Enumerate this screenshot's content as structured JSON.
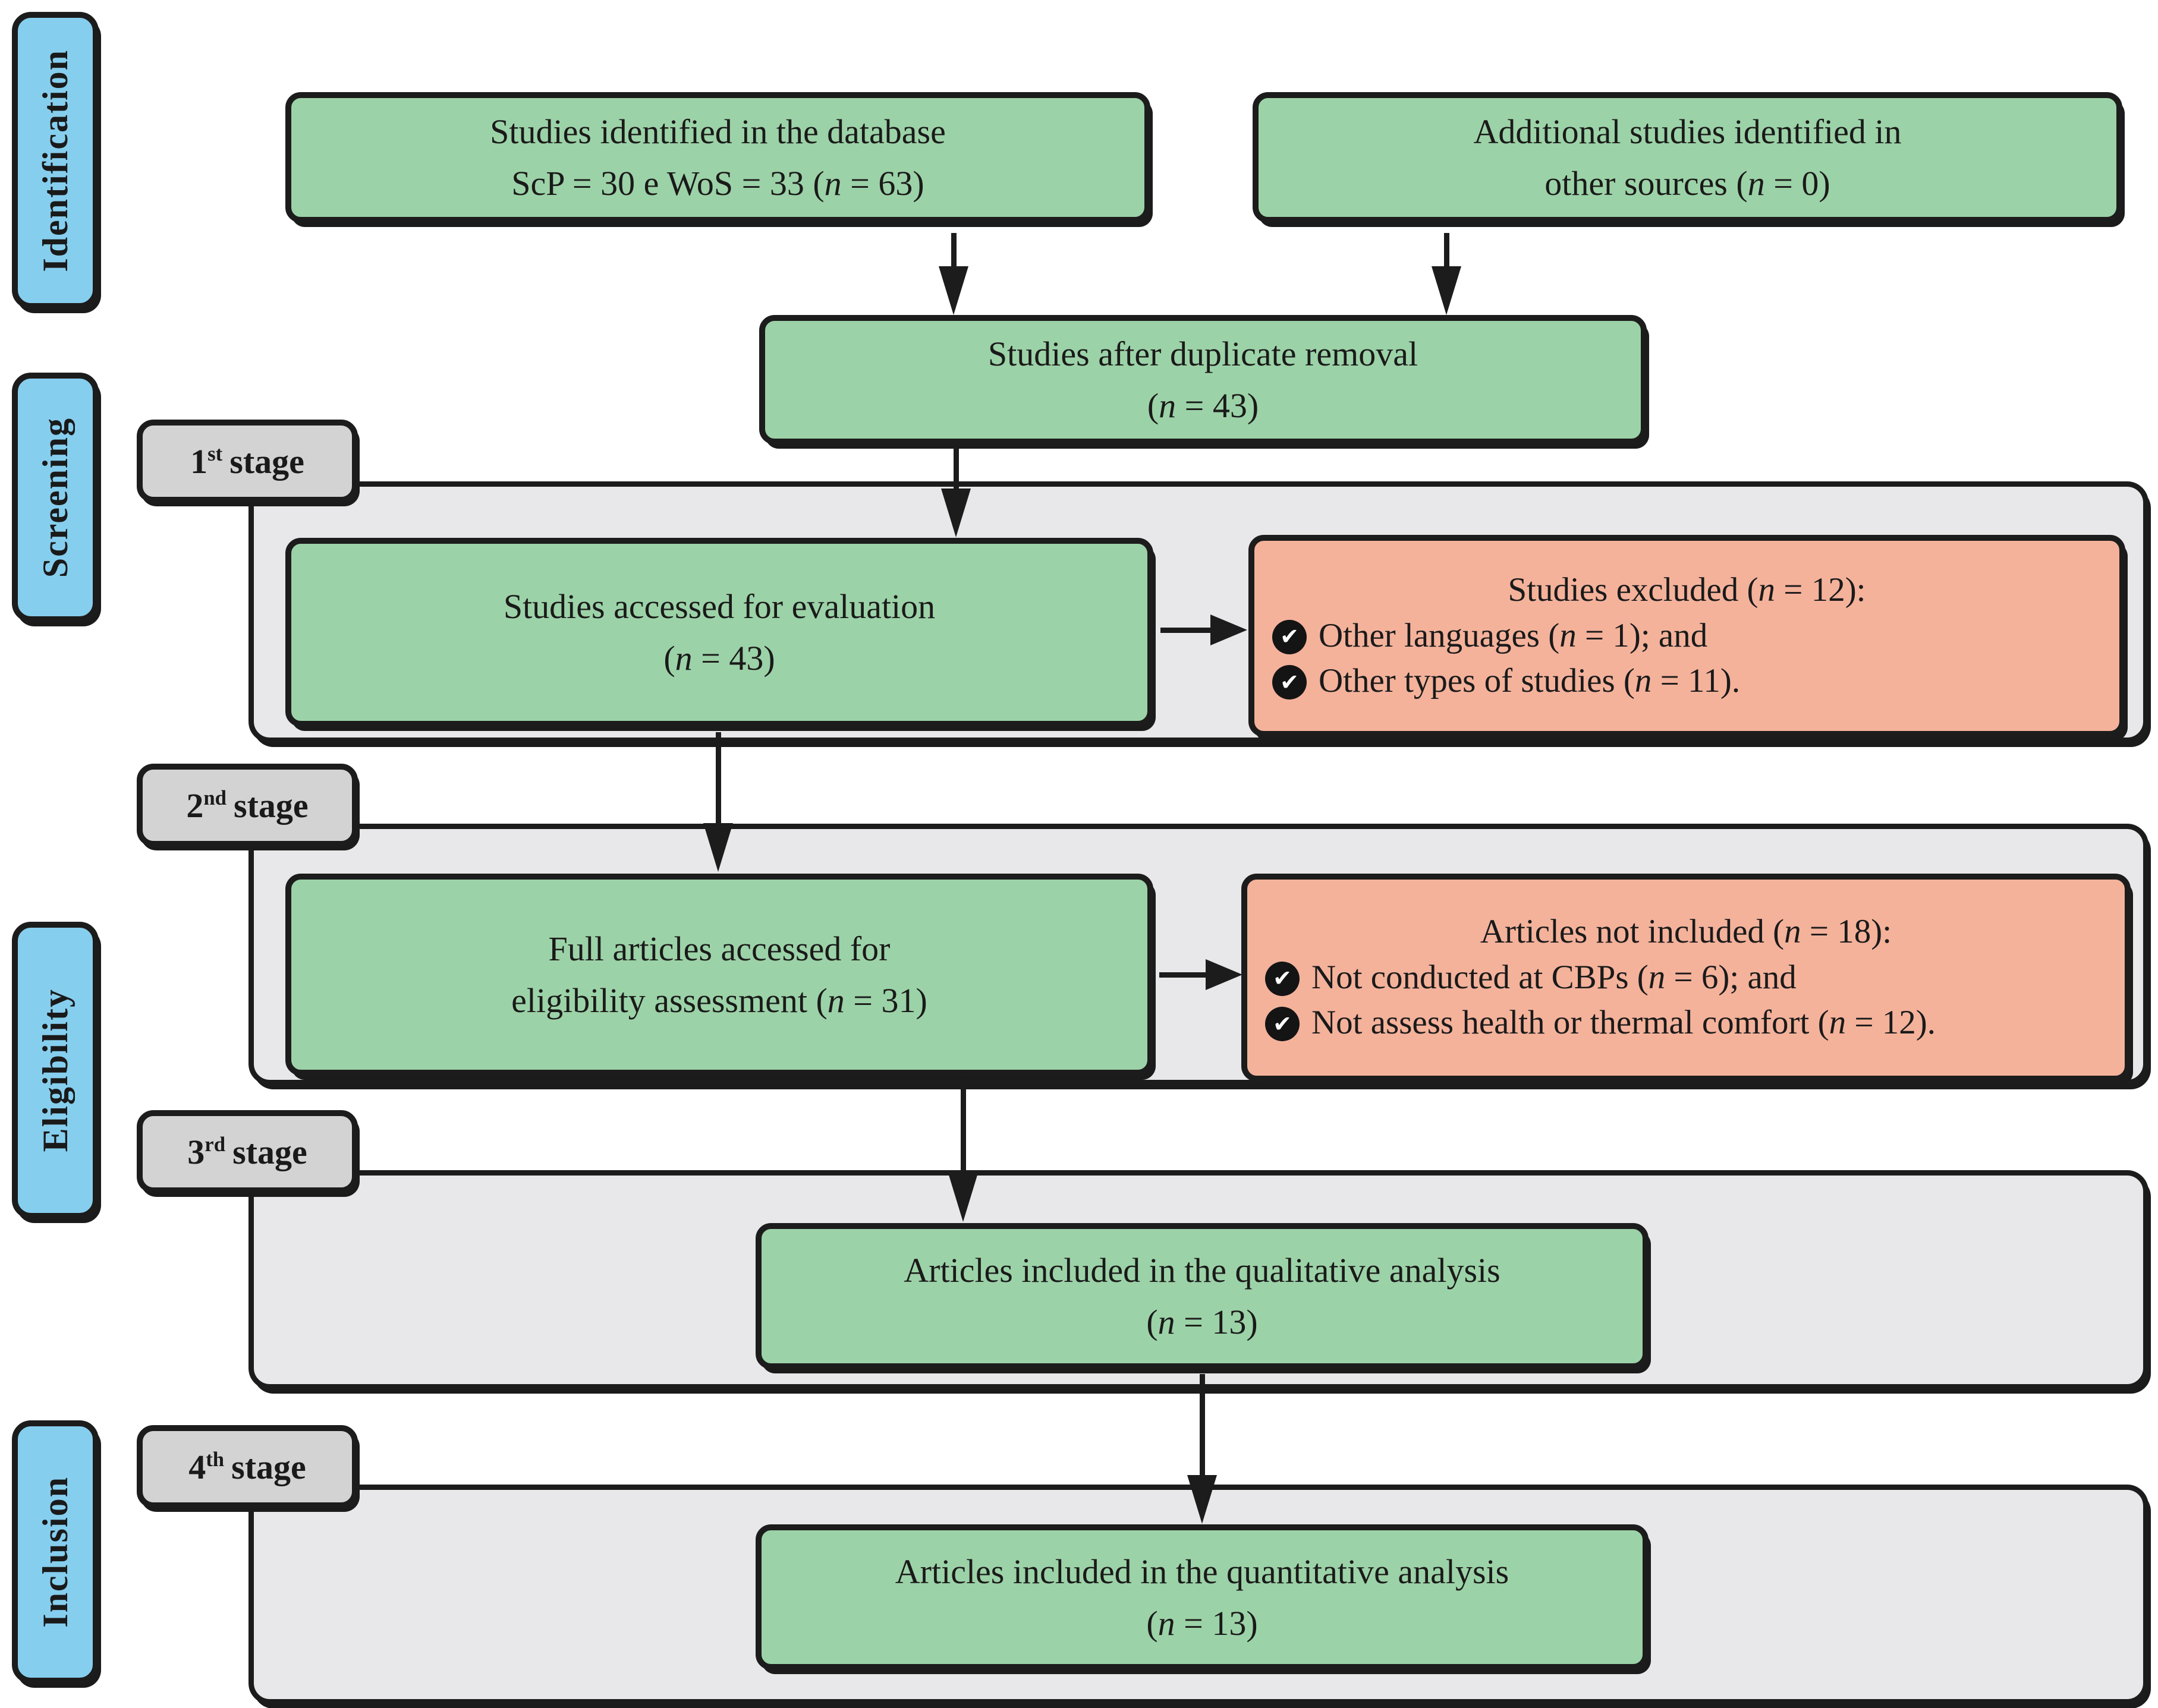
{
  "sidebar": {
    "labels": [
      {
        "text": "Identification"
      },
      {
        "text": "Screening"
      },
      {
        "text": "Eligibility"
      },
      {
        "text": "Inclusion"
      }
    ]
  },
  "stages": [
    {
      "num": "1",
      "sup": "st",
      "word": "stage"
    },
    {
      "num": "2",
      "sup": "nd",
      "word": "stage"
    },
    {
      "num": "3",
      "sup": "rd",
      "word": "stage"
    },
    {
      "num": "4",
      "sup": "th",
      "word": "stage"
    }
  ],
  "boxes": {
    "identified_db": {
      "line1": "Studies identified in the database",
      "line2": "ScP = 30 e WoS = 33 (n = 63)"
    },
    "additional": {
      "line1": "Additional studies identified in",
      "line2": "other sources (n = 0)"
    },
    "duplicates": {
      "line1": "Studies after duplicate removal",
      "line2": "(n = 43)"
    },
    "accessed": {
      "line1": "Studies accessed for evaluation",
      "line2": "(n = 43)"
    },
    "full_articles": {
      "line1": "Full articles accessed for",
      "line2": "eligibility assessment (n = 31)"
    },
    "qualitative": {
      "line1": "Articles included in the qualitative analysis",
      "line2": "(n = 13)"
    },
    "quantitative": {
      "line1": "Articles included in the quantitative analysis",
      "line2": "(n = 13)"
    }
  },
  "exclusions": [
    {
      "title": "Studies excluded (n = 12):",
      "items": [
        "Other languages (n = 1); and",
        "Other types of studies (n = 11)."
      ]
    },
    {
      "title": "Articles not included (n = 18):",
      "items": [
        "Not conducted at CBPs (n = 6); and",
        "Not assess health or thermal comfort (n = 12)."
      ]
    }
  ],
  "icons": {
    "check_glyph": "✔"
  },
  "colors": {
    "green": "#9CD2A7",
    "salmon": "#F4B29B",
    "blue": "#86CEEE",
    "tag_gray": "#D3D3D4",
    "container_gray": "#E8E8EA",
    "ink": "#1C1C1C"
  }
}
